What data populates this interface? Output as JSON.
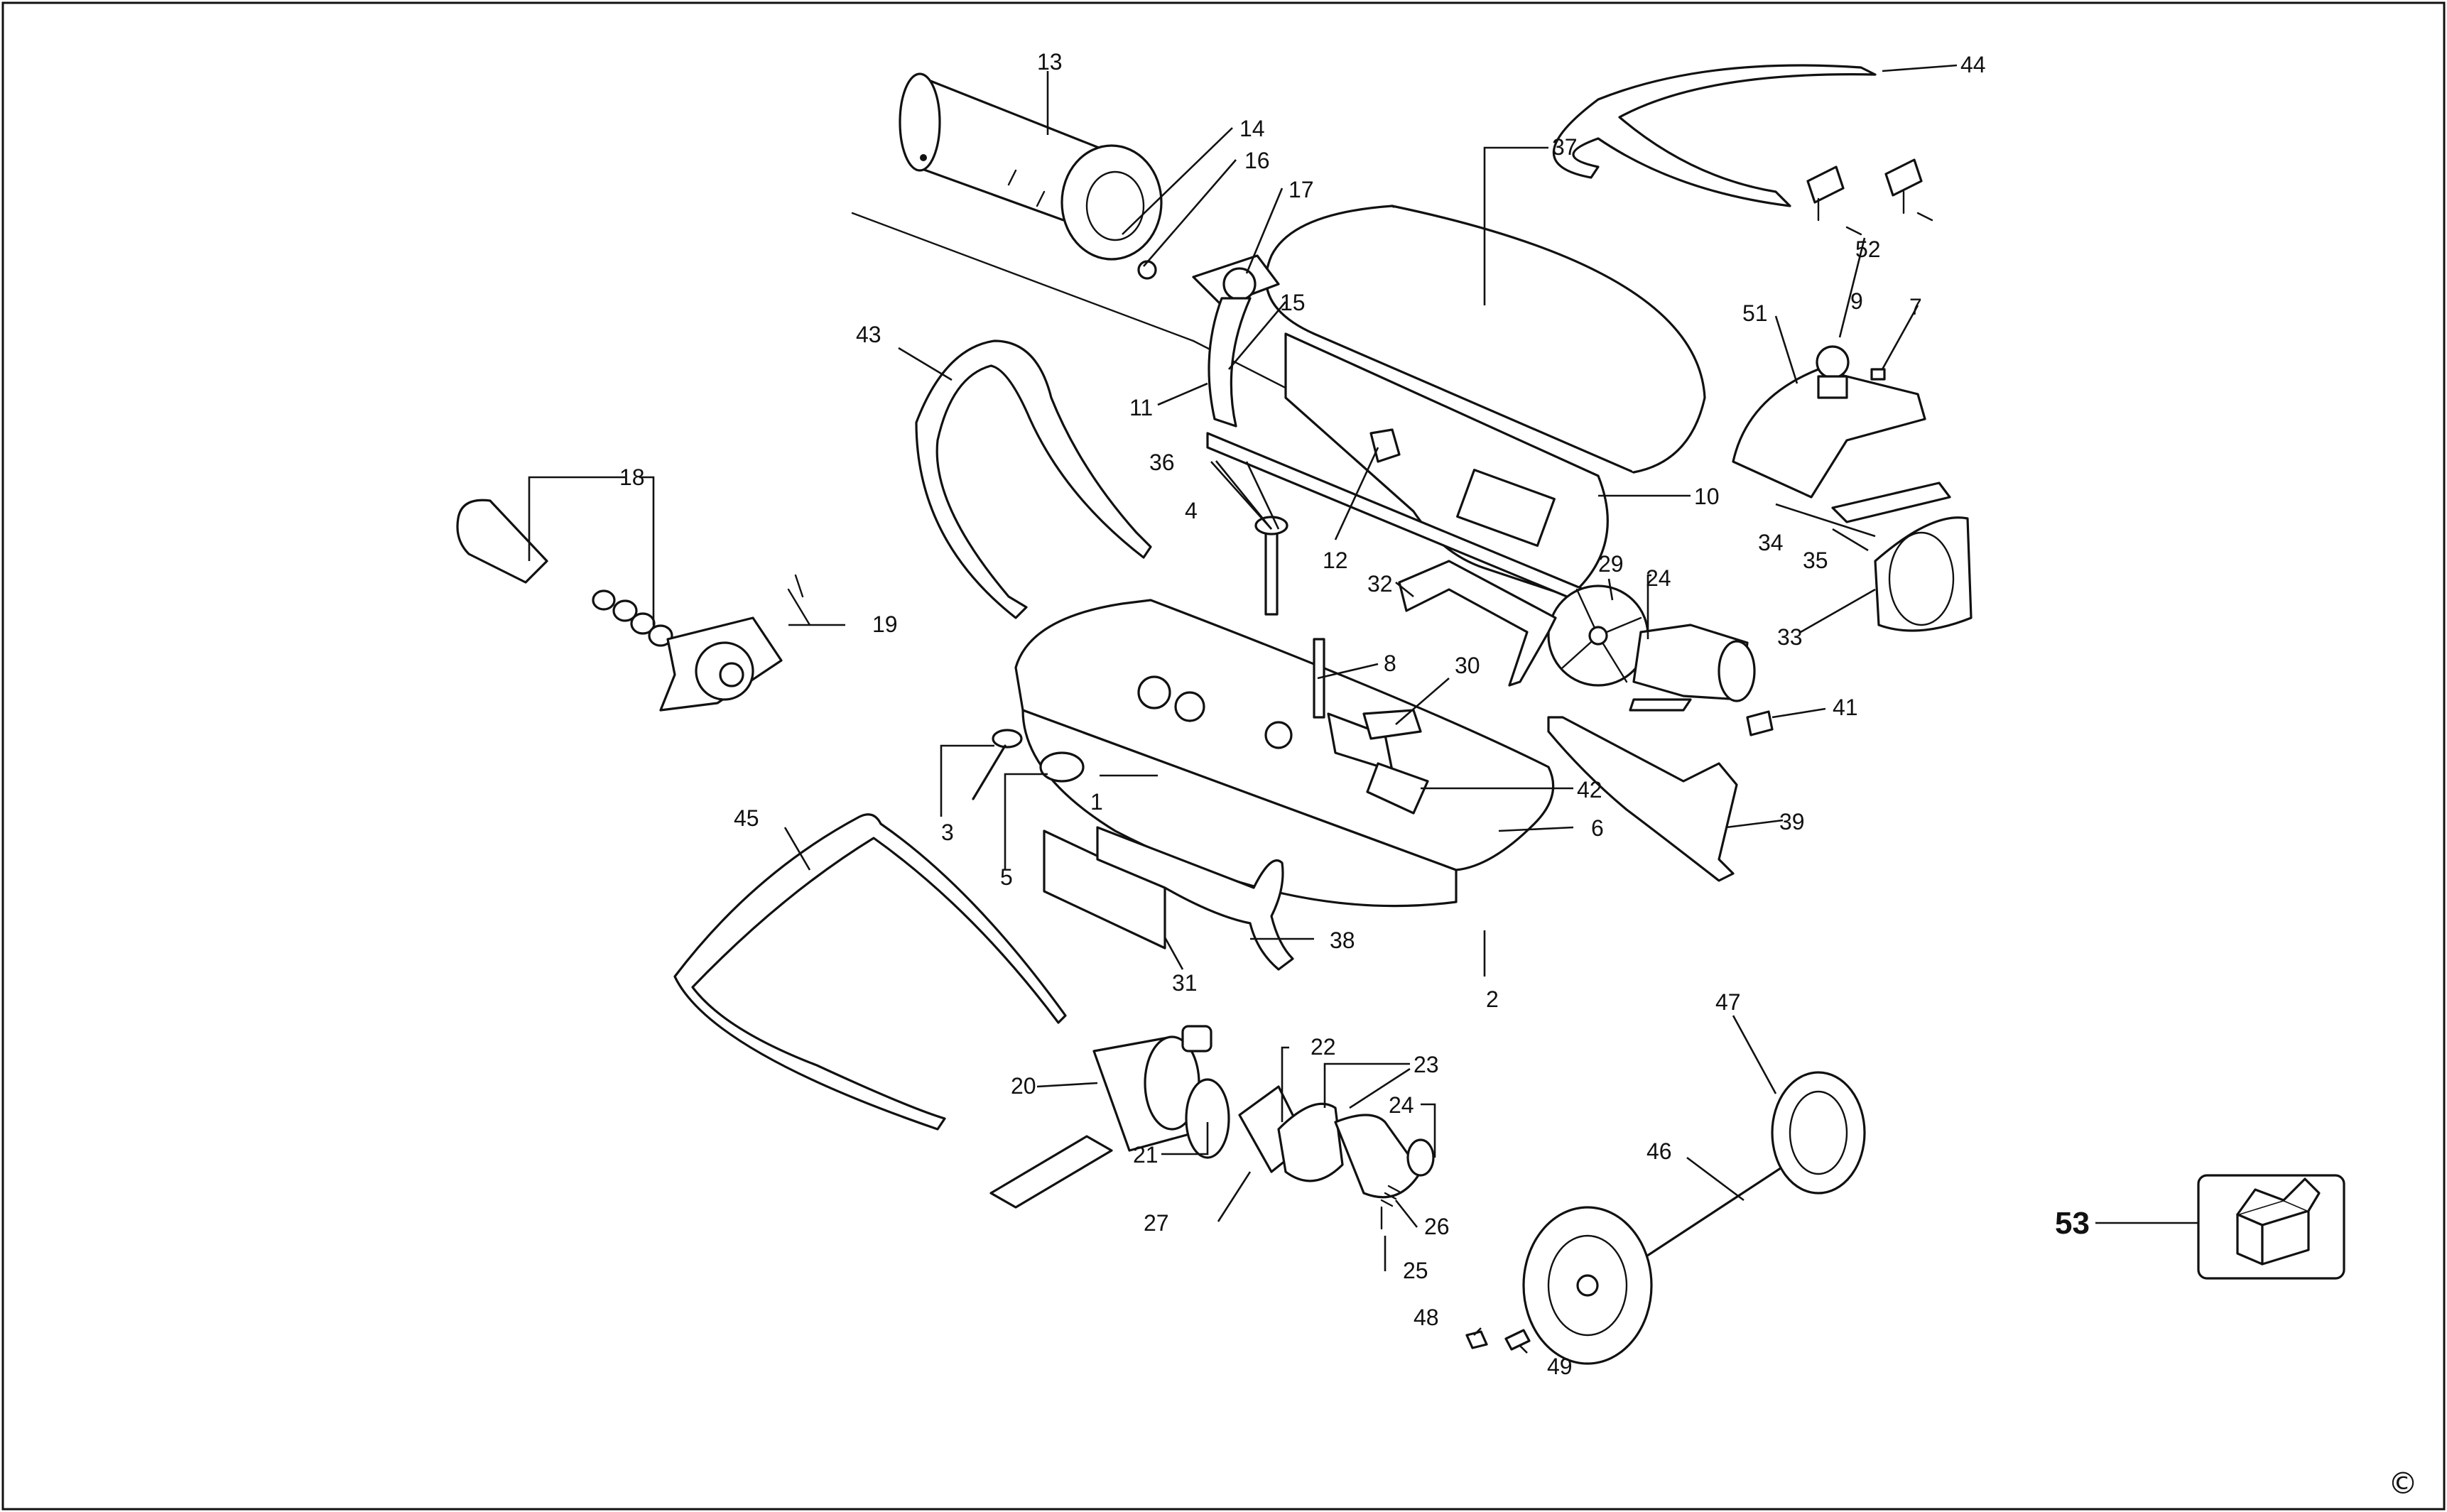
{
  "labels": {
    "p1": "1",
    "p2": "2",
    "p3": "3",
    "p4": "4",
    "p5": "5",
    "p6": "6",
    "p7": "7",
    "p8": "8",
    "p9": "9",
    "p10": "10",
    "p11": "11",
    "p12": "12",
    "p13": "13",
    "p14": "14",
    "p15": "15",
    "p16": "16",
    "p17": "17",
    "p18": "18",
    "p19": "19",
    "p20": "20",
    "p21": "21",
    "p22": "22",
    "p23": "23",
    "p24a": "24",
    "p24b": "24",
    "p25": "25",
    "p26": "26",
    "p27": "27",
    "p29": "29",
    "p30": "30",
    "p31": "31",
    "p32": "32",
    "p33": "33",
    "p34": "34",
    "p35": "35",
    "p36": "36",
    "p37": "37",
    "p38": "38",
    "p39": "39",
    "p41": "41",
    "p42": "42",
    "p43": "43",
    "p44": "44",
    "p45": "45",
    "p46": "46",
    "p47": "47",
    "p48": "48",
    "p49": "49",
    "p51": "51",
    "p52": "52",
    "p53": "53"
  },
  "copyright": "©",
  "colors": {
    "ink": "#111111",
    "paper": "#ffffff"
  },
  "icons": {
    "accessory_box": "open-box-icon"
  }
}
